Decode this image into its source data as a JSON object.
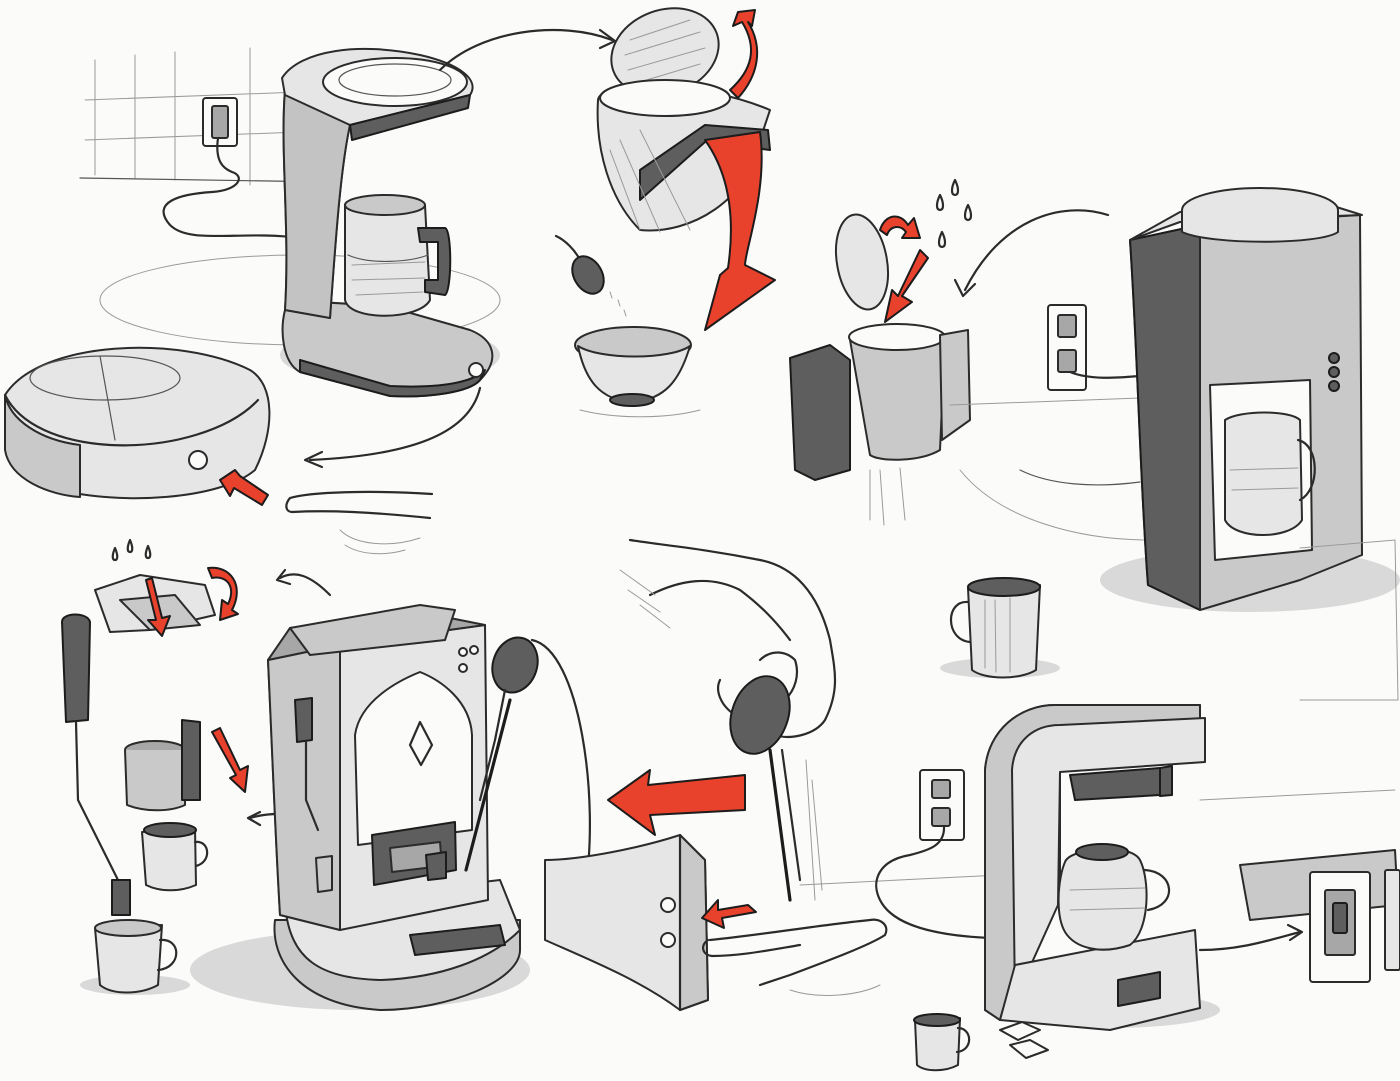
{
  "colors": {
    "paper": "#fbfbfa",
    "ink": "#2b2b2b",
    "marker_grey": "#c9c9c9",
    "marker_dark": "#5e5e5e",
    "accent_red": "#e8412c"
  },
  "sketches": [
    "drip-coffee-maker",
    "lid-and-filter-basket",
    "tall-coffee-maker",
    "espresso-machine",
    "pod-coffee-maker"
  ]
}
